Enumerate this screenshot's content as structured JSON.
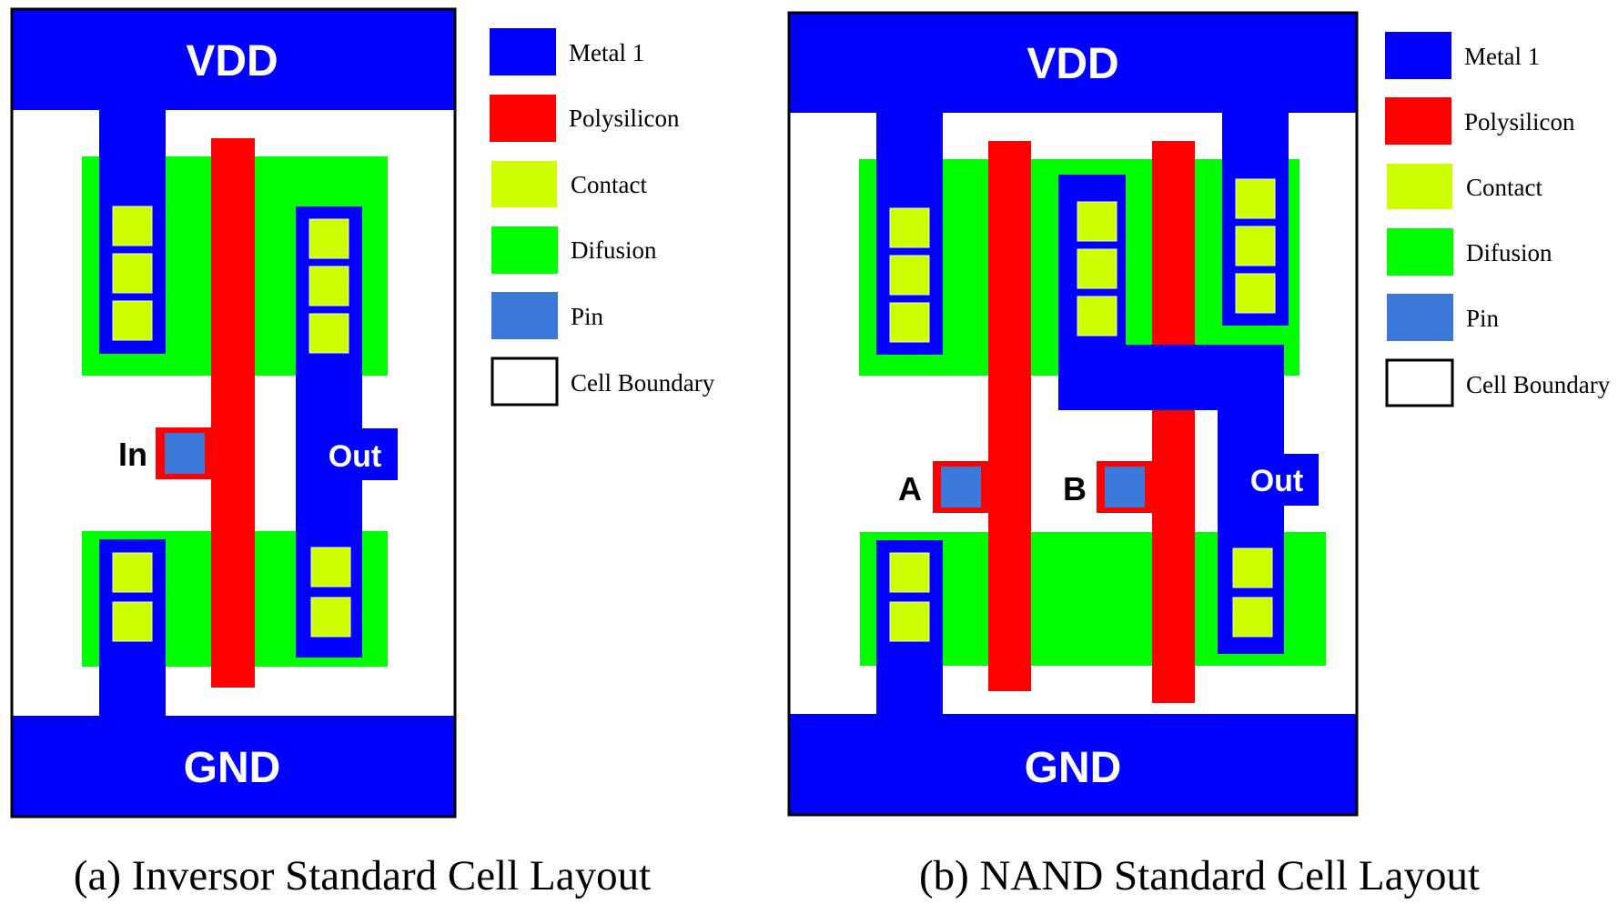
{
  "figure": {
    "inverter": {
      "caption": "(a) Inversor Standard Cell Layout",
      "vdd_label": "VDD",
      "gnd_label": "GND",
      "input_label": "In",
      "output_label": "Out"
    },
    "nand": {
      "caption": "(b) NAND Standard Cell Layout",
      "vdd_label": "VDD",
      "gnd_label": "GND",
      "input_a_label": "A",
      "input_b_label": "B",
      "output_label": "Out"
    }
  },
  "legend": {
    "items": [
      {
        "label": "Metal 1",
        "color": "#0000ff"
      },
      {
        "label": "Polysilicon",
        "color": "#ff0000"
      },
      {
        "label": "Contact",
        "color": "#ccff00"
      },
      {
        "label": "Difusion",
        "color": "#00ff00"
      },
      {
        "label": "Pin",
        "color": "#3c78d8"
      },
      {
        "label": "Cell Boundary",
        "color": "#ffffff"
      }
    ]
  }
}
